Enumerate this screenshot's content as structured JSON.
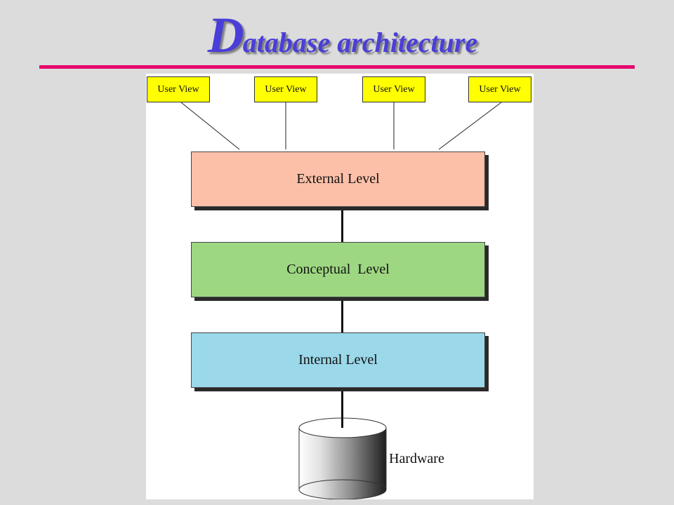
{
  "title": {
    "cap": "D",
    "rest": "atabase architecture"
  },
  "user_views": [
    "User View",
    "User View",
    "User View",
    "User View"
  ],
  "levels": {
    "external": "External Level",
    "conceptual": "Conceptual  Level",
    "internal": "Internal Level"
  },
  "hardware": {
    "label": "Hardware"
  },
  "colors": {
    "title": "#4a3ed8",
    "rule": "#e6006c",
    "user_view": "#ffff00",
    "external_level": "#fcc0a8",
    "conceptual_level": "#9ed782",
    "internal_level": "#9bd8ea",
    "background": "#dcdcdc"
  }
}
